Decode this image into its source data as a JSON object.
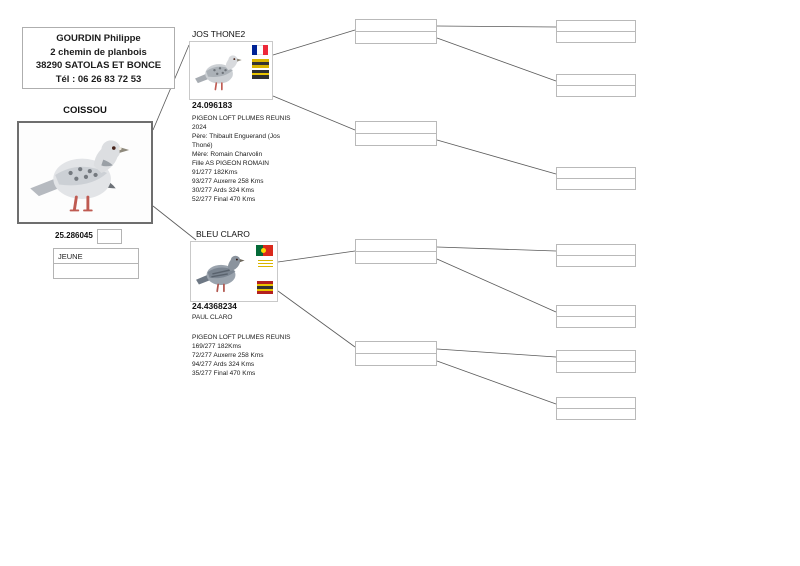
{
  "owner": {
    "name": "GOURDIN Philippe",
    "address1": "2 chemin de planbois",
    "address2": "38290  SATOLAS ET BONCE",
    "phone": "Tél : 06 26 83 72 53"
  },
  "subject": {
    "name": "COISSOU",
    "ring": "25.286045",
    "age": "JEUNE",
    "photo": "blue-checker-pigeon-photo"
  },
  "sire": {
    "name": "JOS THONE2",
    "ring": "24.096183",
    "flag": "france-flag",
    "photo": "checker-pigeon-photo",
    "info": [
      "PIGEON LOFT PLUMES REUNIS",
      "2024",
      "Père: Thibault Enguerand (Jos",
      "Thoné)",
      "Mère: Romain Charvolin",
      "Fille AS PIGEON ROMAIN",
      "91/277 182Kms",
      "93/277 Auxerre 258 Kms",
      "30/277 Ards 324 Kms",
      "52/277 Final 470 Kms"
    ]
  },
  "dam": {
    "name": "BLEU CLARO",
    "ring": "24.4368234",
    "breeder": "PAUL CLARO",
    "flag": "portugal-flag",
    "photo": "blue-pigeon-photo",
    "info": [
      "PIGEON LOFT PLUMES REUNIS",
      "169/277 182Kms",
      "72/277 Auxerre 258 Kms",
      "94/277 Ards 324 Kms",
      "35/277 Final 470 Kms"
    ]
  },
  "colors": {
    "france_blue": "#002395",
    "france_red": "#ed2939",
    "portugal_green": "#046a38",
    "portugal_red": "#da291c",
    "chart_yellow": "#e9c400"
  }
}
